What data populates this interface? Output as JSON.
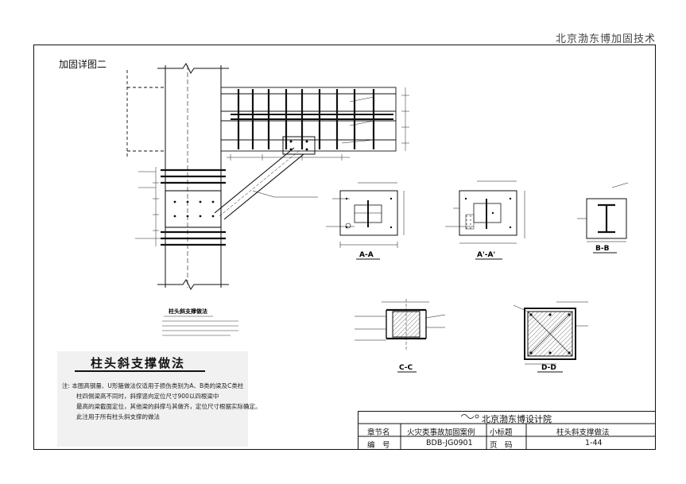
{
  "header": {
    "company": "北京渤东博加固技术"
  },
  "sheet": {
    "label": "加固详图二"
  },
  "detail": {
    "small_title": "柱头斜支撑做法"
  },
  "sections": {
    "a": "A-A",
    "a_prime": "A'-A'",
    "b": "B-B",
    "c": "C-C",
    "d": "D-D"
  },
  "note": {
    "title": "柱头斜支撑做法",
    "lines": [
      "注: 本图高钢量、U形箍做法仅适用于损伤类别为A、B类的梁及C类柱",
      "柱四侧梁高不同时，斜撑竖向定位尺寸900以四根梁中",
      "最高的梁截面定位，其他梁的斜撑与其做齐，定位尺寸根据实际确定。",
      "此注用于所有柱头斜支撑的做法"
    ]
  },
  "title_block": {
    "institute": "北京渤东博设计院",
    "row1": {
      "k1": "章节名",
      "v1": "火灾类事故加固案例",
      "k2": "小标题",
      "v2": "柱头斜支撑做法"
    },
    "row2": {
      "k1": "编　号",
      "v1": "BDB-JG0901",
      "k2": "页　码",
      "v2": "1-44"
    }
  }
}
